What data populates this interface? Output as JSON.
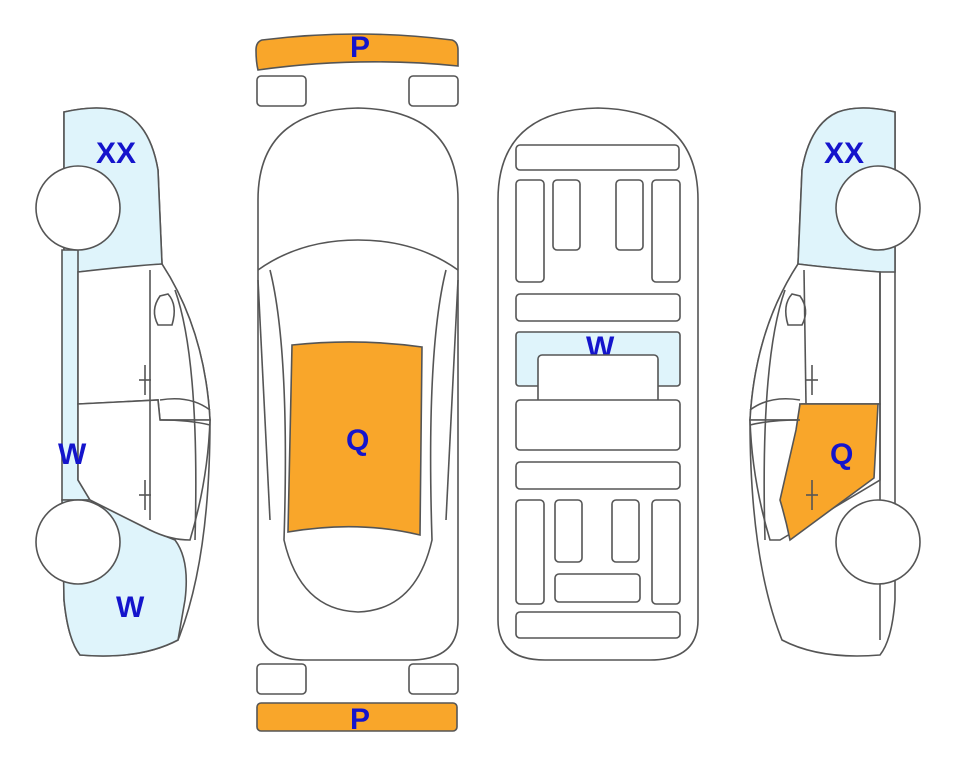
{
  "colors": {
    "outline": "#555555",
    "damage_light": "#dff4fb",
    "damage_orange": "#f9a62a",
    "label": "#1414cc",
    "wheel_fill": "#ffffff"
  },
  "labels": {
    "left_side": {
      "upper_front": "XX",
      "door": "W",
      "lower_rear": "W"
    },
    "top_view": {
      "front_bumper": "P",
      "roof": "Q",
      "rear_bumper": "P"
    },
    "underside": {
      "middle_panel": "W"
    },
    "right_side": {
      "upper_front": "XX",
      "door": "Q"
    }
  }
}
